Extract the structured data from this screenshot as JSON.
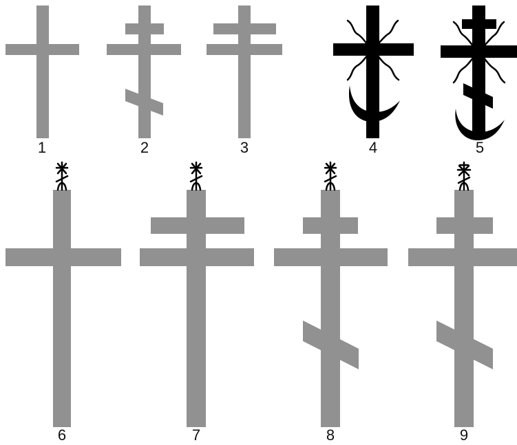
{
  "colors": {
    "grey": "#919191",
    "black": "#000000",
    "background": "#ffffff"
  },
  "crosses": [
    {
      "label": "1",
      "type": "latin",
      "color": "grey"
    },
    {
      "label": "2",
      "type": "orthodox",
      "color": "grey"
    },
    {
      "label": "3",
      "type": "patriarchal",
      "color": "grey"
    },
    {
      "label": "4",
      "type": "crescent-rays",
      "color": "black"
    },
    {
      "label": "5",
      "type": "orthodox-crescent-rays",
      "color": "black"
    },
    {
      "label": "6",
      "type": "latin-topped",
      "color": "grey",
      "finial": "star"
    },
    {
      "label": "7",
      "type": "patriarchal-topped",
      "color": "grey",
      "finial": "star"
    },
    {
      "label": "8",
      "type": "orthodox-topped",
      "color": "grey",
      "finial": "star"
    },
    {
      "label": "9",
      "type": "orthodox-topped",
      "color": "grey",
      "finial": "star-double"
    }
  ]
}
